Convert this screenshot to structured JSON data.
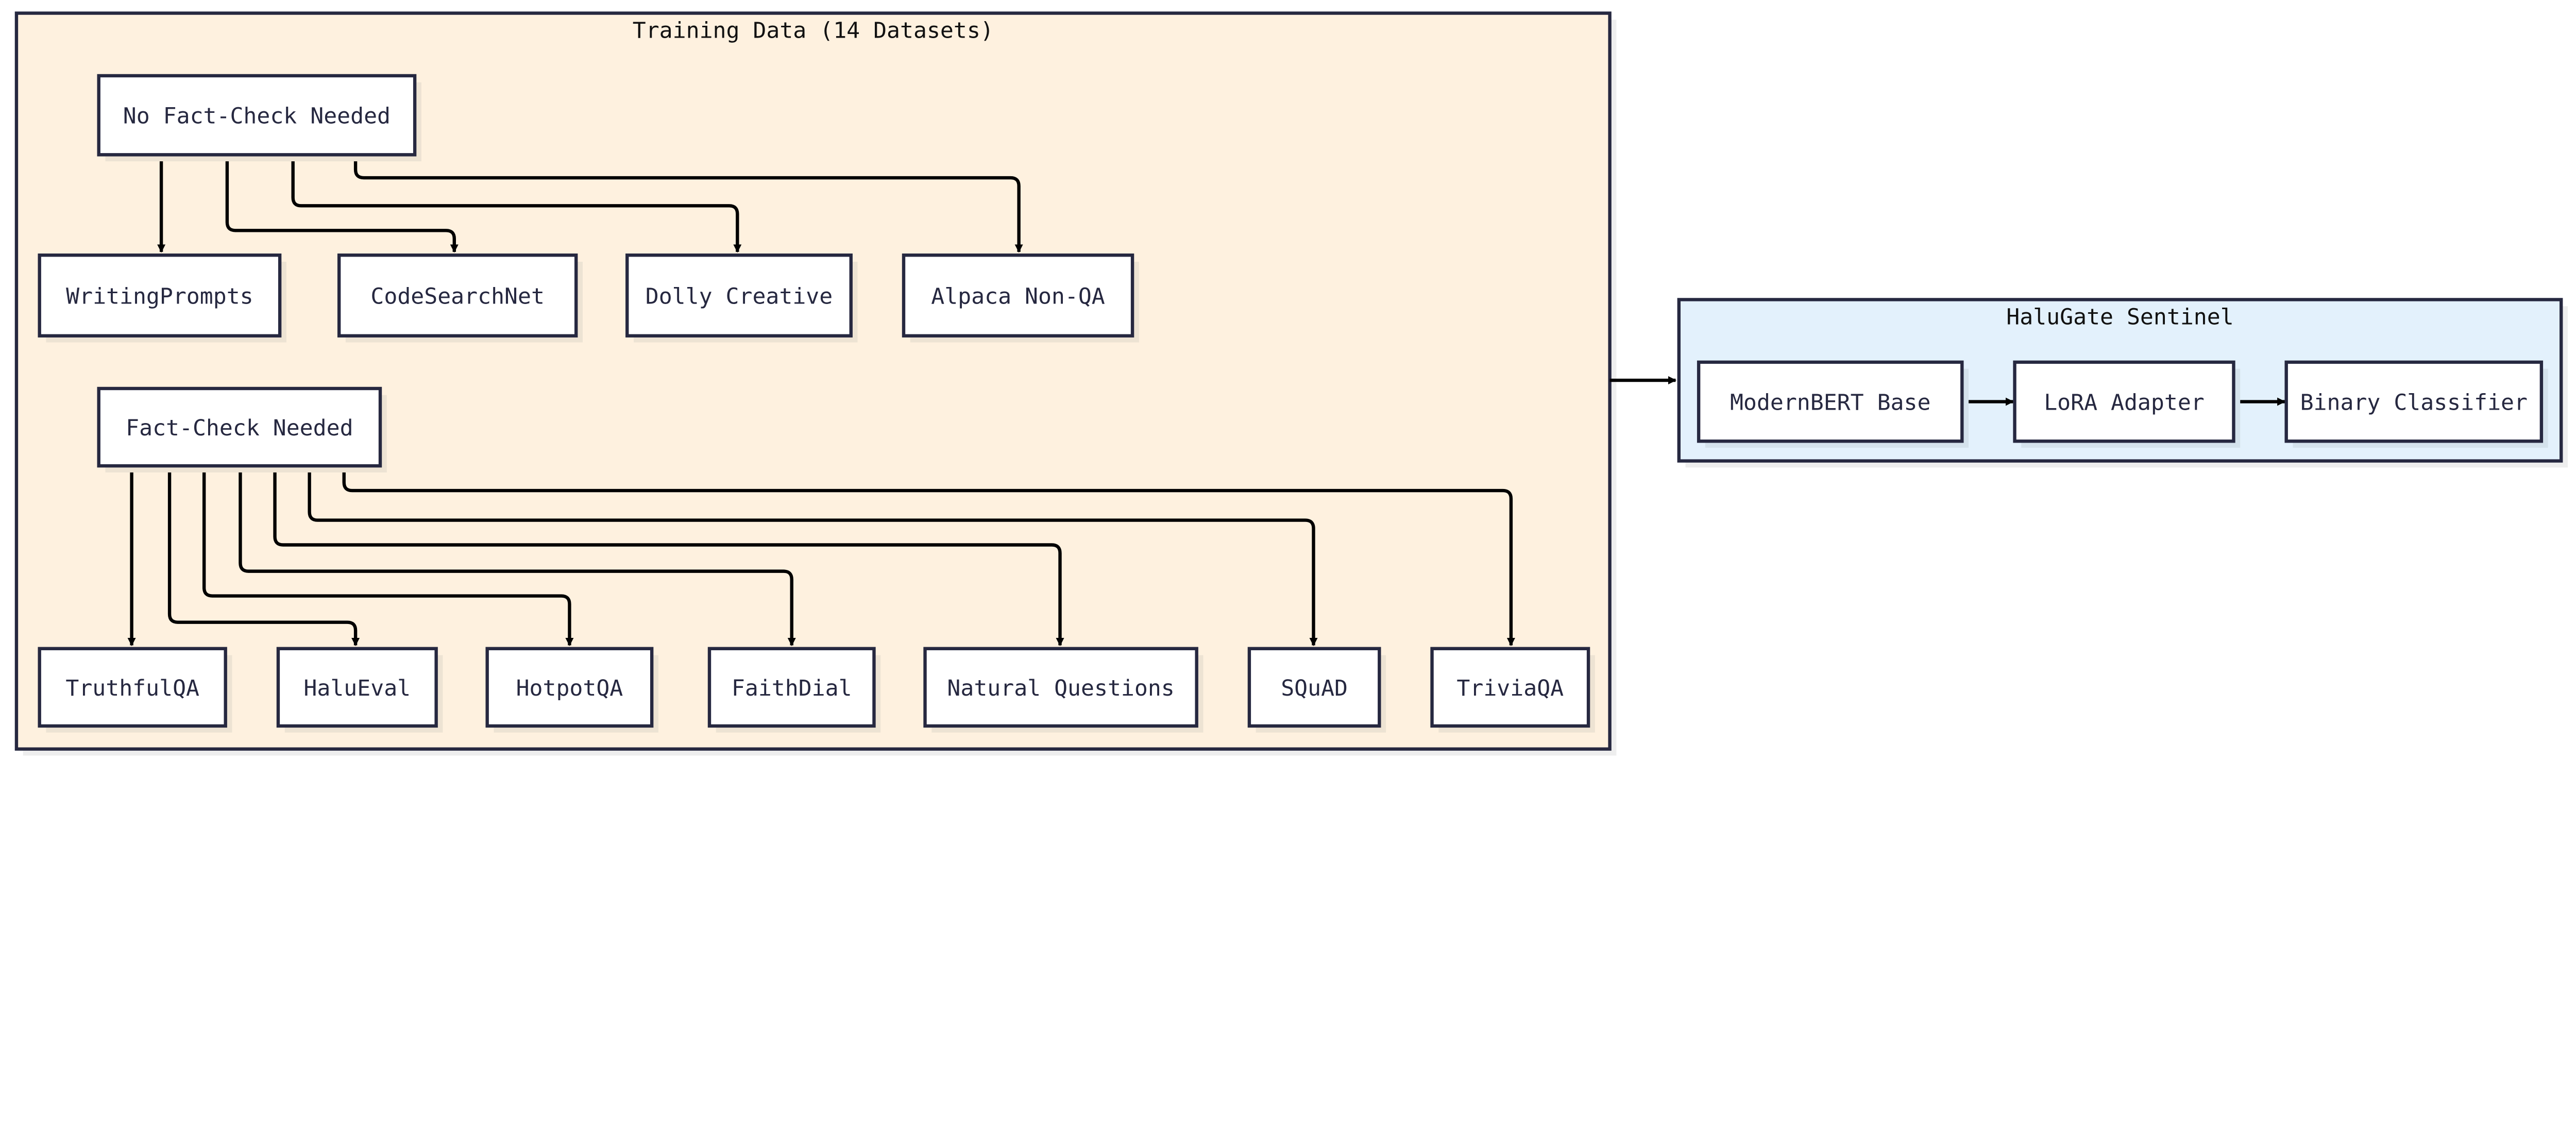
{
  "colors": {
    "stroke": "#262840",
    "edge": "#000000",
    "training_fill": "#fef1df",
    "sentinel_fill": "#e3f1fc",
    "node_fill": "#ffffff",
    "shadow_beige": "#ede3d3",
    "shadow_blue": "#d4e2ec",
    "shadow_outer": "#eeeeee"
  },
  "clusters": {
    "training": {
      "title": "Training Data (14 Datasets)"
    },
    "sentinel": {
      "title": "HaluGate Sentinel"
    }
  },
  "nodes": {
    "no_fc": "No Fact-Check Needed",
    "writingprompts": "WritingPrompts",
    "codesearchnet": "CodeSearchNet",
    "dolly": "Dolly Creative",
    "alpaca": "Alpaca Non-QA",
    "fc": "Fact-Check Needed",
    "truthfulqa": "TruthfulQA",
    "halueval": "HaluEval",
    "hotpotqa": "HotpotQA",
    "faithdial": "FaithDial",
    "nq": "Natural Questions",
    "squad": "SQuAD",
    "triviaqa": "TriviaQA",
    "modernbert": "ModernBERT Base",
    "lora": "LoRA Adapter",
    "classifier": "Binary Classifier"
  },
  "edges": [
    {
      "from": "no_fc",
      "to": "writingprompts"
    },
    {
      "from": "no_fc",
      "to": "codesearchnet"
    },
    {
      "from": "no_fc",
      "to": "dolly"
    },
    {
      "from": "no_fc",
      "to": "alpaca"
    },
    {
      "from": "fc",
      "to": "truthfulqa"
    },
    {
      "from": "fc",
      "to": "halueval"
    },
    {
      "from": "fc",
      "to": "hotpotqa"
    },
    {
      "from": "fc",
      "to": "faithdial"
    },
    {
      "from": "fc",
      "to": "nq"
    },
    {
      "from": "fc",
      "to": "squad"
    },
    {
      "from": "fc",
      "to": "triviaqa"
    },
    {
      "from": "training",
      "to": "sentinel"
    },
    {
      "from": "modernbert",
      "to": "lora"
    },
    {
      "from": "lora",
      "to": "classifier"
    }
  ]
}
